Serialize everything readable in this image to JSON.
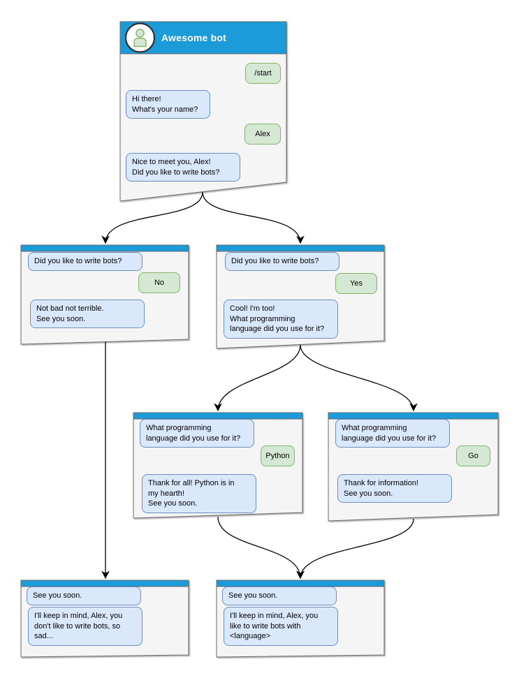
{
  "colors": {
    "header_blue": "#1d9bd9",
    "window_fill": "#f5f5f5",
    "window_border": "#666666",
    "bot_bubble_fill": "#dae8fc",
    "bot_bubble_border": "#6c8ebf",
    "user_bubble_fill": "#d5e8d4",
    "user_bubble_border": "#82b366",
    "connector": "#000000"
  },
  "icons": {
    "avatar": "user-avatar-icon"
  },
  "windows": [
    {
      "name": "main",
      "title": "Awesome bot",
      "messages": [
        {
          "role": "user",
          "text": "/start"
        },
        {
          "role": "bot",
          "text": "Hi there!\nWhat's your name?"
        },
        {
          "role": "user",
          "text": "Alex"
        },
        {
          "role": "bot",
          "text": "Nice to meet you, Alex!\nDid you like to write bots?"
        }
      ]
    },
    {
      "name": "branch-no",
      "messages": [
        {
          "role": "bot",
          "text": "Did you like to write bots?"
        },
        {
          "role": "user",
          "text": "No"
        },
        {
          "role": "bot",
          "text": "Not bad not terrible.\nSee you soon."
        }
      ]
    },
    {
      "name": "branch-yes",
      "messages": [
        {
          "role": "bot",
          "text": "Did you like to write bots?"
        },
        {
          "role": "user",
          "text": "Yes"
        },
        {
          "role": "bot",
          "text": "Cool! I'm too!\nWhat programming\nlanguage did you use for it?"
        }
      ]
    },
    {
      "name": "branch-python",
      "messages": [
        {
          "role": "bot",
          "text": "What programming\nlanguage did you use for it?"
        },
        {
          "role": "user",
          "text": "Python"
        },
        {
          "role": "bot",
          "text": "Thank for all! Python is in\nmy hearth!\nSee you soon."
        }
      ]
    },
    {
      "name": "branch-go",
      "messages": [
        {
          "role": "bot",
          "text": "What programming\nlanguage did you use for it?"
        },
        {
          "role": "user",
          "text": "Go"
        },
        {
          "role": "bot",
          "text": "Thank for information!\nSee you soon."
        }
      ]
    },
    {
      "name": "end-no",
      "messages": [
        {
          "role": "bot",
          "text": "See you soon."
        },
        {
          "role": "bot",
          "text": "I'll keep in mind, Alex, you\ndon't like to write bots, so\nsad..."
        }
      ]
    },
    {
      "name": "end-yes",
      "messages": [
        {
          "role": "bot",
          "text": "See you soon."
        },
        {
          "role": "bot",
          "text": "I'll keep in mind, Alex, you\nlike to write bots with\n<language>"
        }
      ]
    }
  ]
}
